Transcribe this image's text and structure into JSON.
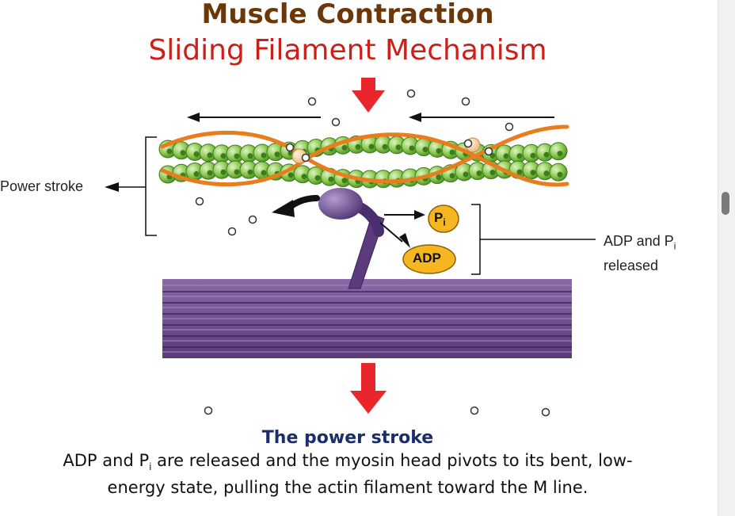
{
  "title": "Muscle Contraction",
  "subtitle": "Sliding Filament Mechanism",
  "labels": {
    "power_stroke": "Power stroke",
    "pi_main": "P",
    "pi_sub": "i",
    "adp": "ADP",
    "released_line1_main": "ADP and P",
    "released_line1_sub": "i",
    "released_line2": "released"
  },
  "caption": {
    "heading": "The power stroke",
    "line1_pre": "ADP and P",
    "line1_sub": "i",
    "line1_post": " are released and the myosin head pivots to its bent, low-",
    "line2": "energy state, pulling the actin filament toward the M line."
  },
  "colors": {
    "title": "#6b3608",
    "subtitle": "#cc1f1a",
    "caption_heading": "#1b2e6b",
    "actin_bead": "#7ac043",
    "tropomyosin": "#e87d1e",
    "myosin": "#6a4a8a",
    "phosphate": "#f5b621",
    "red_arrow": "#e8262b"
  }
}
